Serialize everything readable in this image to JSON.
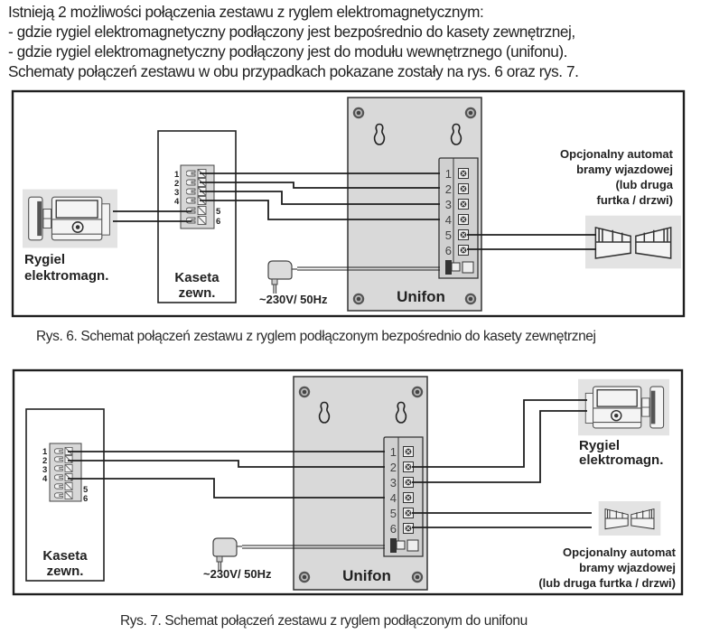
{
  "intro": {
    "lines": [
      "Istnieją 2 możliwości połączenia zestawu z ryglem elektromagnetycznym:",
      "- gdzie rygiel elektromagnetyczny podłączony jest bezpośrednio do kasety zewnętrznej,",
      "- gdzie rygiel elektromagnetyczny podłączony jest do modułu wewnętrznego (unifonu).",
      "Schematy połączeń zestawu w obu przypadkach pokazane zostały na rys. 6 oraz rys. 7."
    ]
  },
  "figures": [
    {
      "id": "rys6",
      "caption": "Rys. 6. Schemat połączeń zestawu z ryglem podłączonym bezpośrednio do kasety zewnętrznej",
      "lock_label": [
        "Rygiel",
        "elektromagn."
      ],
      "panel_label": [
        "Kaseta",
        "zewn."
      ],
      "panel_terminals": [
        "1",
        "2",
        "3",
        "4",
        "5",
        "6"
      ],
      "power_label": "~230V/ 50Hz",
      "unifon_label": "Unifon",
      "unifon_terminals": [
        "1",
        "2",
        "3",
        "4",
        "5",
        "6"
      ],
      "gate_label": [
        "Opcjonalny automat",
        "bramy wjazdowej",
        "(lub druga",
        "furtka / drzwi)"
      ],
      "connections": [
        {
          "from": "kaseta-1",
          "to": "unifon-1"
        },
        {
          "from": "kaseta-2",
          "to": "unifon-2"
        },
        {
          "from": "kaseta-3",
          "to": "unifon-3"
        },
        {
          "from": "kaseta-4",
          "to": "unifon-4"
        },
        {
          "from": "kaseta-5",
          "to": "rygiel"
        },
        {
          "from": "kaseta-6",
          "to": "rygiel"
        },
        {
          "from": "unifon-5",
          "to": "automat bramy"
        },
        {
          "from": "unifon-6",
          "to": "automat bramy"
        },
        {
          "from": "zasilacz",
          "to": "unifon"
        }
      ]
    },
    {
      "id": "rys7",
      "caption": "Rys. 7. Schemat połączeń zestawu z ryglem podłączonym do unifonu",
      "lock_label": [
        "Rygiel",
        "elektromagn."
      ],
      "panel_label": [
        "Kaseta",
        "zewn."
      ],
      "panel_terminals": [
        "1",
        "2",
        "3",
        "4",
        "5",
        "6"
      ],
      "power_label": "~230V/ 50Hz",
      "unifon_label": "Unifon",
      "unifon_terminals": [
        "1",
        "2",
        "3",
        "4",
        "5",
        "6"
      ],
      "gate_label": [
        "Opcjonalny automat",
        "bramy wjazdowej",
        "(lub druga furtka / drzwi)"
      ],
      "connections": [
        {
          "from": "kaseta-1",
          "to": "unifon-1"
        },
        {
          "from": "kaseta-2",
          "to": "unifon-2"
        },
        {
          "from": "kaseta-4",
          "to": "unifon-4"
        },
        {
          "from": "unifon-2",
          "to": "rygiel"
        },
        {
          "from": "unifon-3",
          "to": "rygiel"
        },
        {
          "from": "unifon-5",
          "to": "automat bramy"
        },
        {
          "from": "unifon-6",
          "to": "automat bramy"
        },
        {
          "from": "zasilacz",
          "to": "unifon"
        }
      ]
    }
  ],
  "colors": {
    "frame": "#1e1e1e",
    "device_fill": "#d9d9d9",
    "icon_bg": "#e3e3e3",
    "wire": "#1e1e1e",
    "text": "#222222"
  }
}
